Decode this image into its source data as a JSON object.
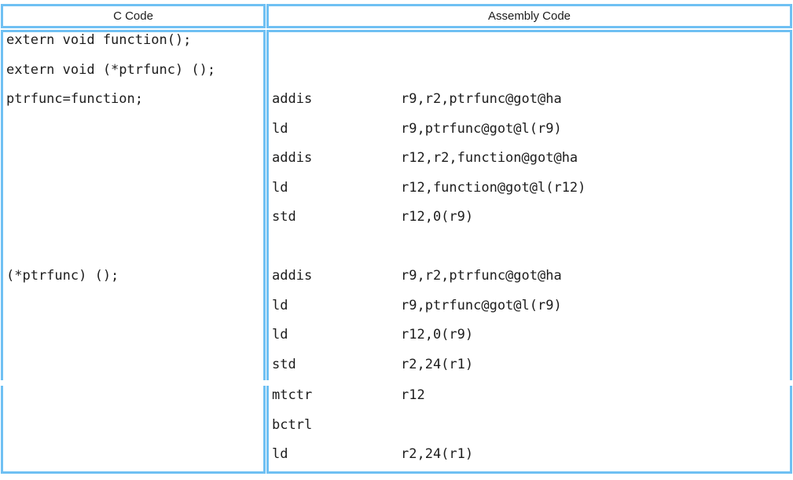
{
  "colors": {
    "border": "#6fc0f3",
    "text": "#1c1c1c",
    "background": "#ffffff"
  },
  "header": {
    "c_col": "C Code",
    "asm_col": "Assembly Code"
  },
  "rows": [
    {
      "c_lines": [
        {
          "text": "extern void function();"
        },
        {
          "text": "extern void (*ptrfunc) ();"
        },
        {
          "text": "ptrfunc=function;"
        },
        {
          "text": ""
        },
        {
          "text": ""
        },
        {
          "text": ""
        },
        {
          "text": ""
        },
        {
          "text": ""
        },
        {
          "text": "(*ptrfunc) ();"
        }
      ],
      "asm_lines": [
        {
          "m": "",
          "o": ""
        },
        {
          "m": "",
          "o": ""
        },
        {
          "m": "addis",
          "o": "r9,r2,ptrfunc@got@ha"
        },
        {
          "m": "ld",
          "o": "r9,ptrfunc@got@l(r9)"
        },
        {
          "m": "addis",
          "o": "r12,r2,function@got@ha"
        },
        {
          "m": "ld",
          "o": "r12,function@got@l(r12)"
        },
        {
          "m": "std",
          "o": "r12,0(r9)"
        },
        {
          "m": "",
          "o": ""
        },
        {
          "m": "addis",
          "o": "r9,r2,ptrfunc@got@ha"
        },
        {
          "m": "ld",
          "o": "r9,ptrfunc@got@l(r9)"
        },
        {
          "m": "ld",
          "o": "r12,0(r9)"
        },
        {
          "m": "std",
          "o": "r2,24(r1)"
        }
      ]
    },
    {
      "c_lines": [],
      "asm_lines": [
        {
          "m": "mtctr",
          "o": "r12"
        },
        {
          "m": "bctrl",
          "o": ""
        },
        {
          "m": "ld",
          "o": "r2,24(r1)"
        }
      ]
    }
  ]
}
